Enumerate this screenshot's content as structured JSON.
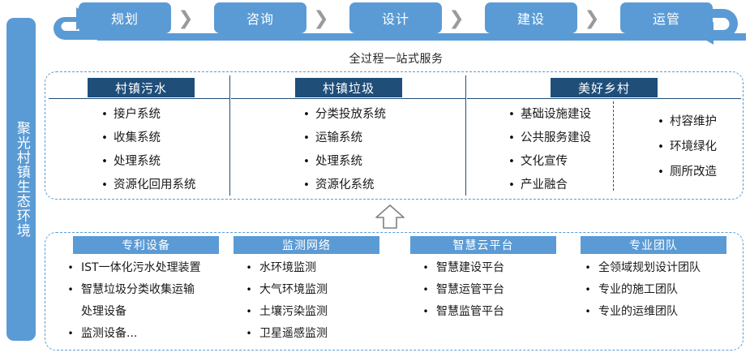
{
  "sidebar": {
    "label": "聚光村镇生态环境"
  },
  "flow": {
    "stages": [
      {
        "label": "规划"
      },
      {
        "label": "咨询"
      },
      {
        "label": "设计"
      },
      {
        "label": "建设"
      },
      {
        "label": "运管"
      }
    ],
    "separator": "❯",
    "loop_left_icon": "curved-arrow-up-right",
    "loop_right_icon": "curved-arrow-down-left",
    "caption": "全过程一站式服务"
  },
  "middle_panel": {
    "columns": [
      {
        "header": "村镇污水",
        "items": [
          "接户系统",
          "收集系统",
          "处理系统",
          "资源化回用系统"
        ]
      },
      {
        "header": "村镇垃圾",
        "items": [
          "分类投放系统",
          "运输系统",
          "处理系统",
          "资源化系统"
        ]
      },
      {
        "header": "美好乡村",
        "items": [
          "基础设施建设",
          "公共服务建设",
          "文化宣传",
          "产业融合"
        ],
        "sub_items": [
          "村容维护",
          "环境绿化",
          "厕所改造"
        ]
      }
    ]
  },
  "connector": {
    "icon": "up-arrow-icon"
  },
  "bottom_panel": {
    "columns": [
      {
        "header": "专利设备",
        "items": [
          {
            "text": "IST一体化污水处理装置",
            "bullet": true
          },
          {
            "text": "智慧垃圾分类收集运输",
            "bullet": true
          },
          {
            "text": "处理设备",
            "bullet": false
          },
          {
            "text": "监测设备...",
            "bullet": true
          }
        ]
      },
      {
        "header": "监测网络",
        "items": [
          {
            "text": "水环境监测",
            "bullet": true
          },
          {
            "text": "大气环境监测",
            "bullet": true
          },
          {
            "text": "土壤污染监测",
            "bullet": true
          },
          {
            "text": "卫星遥感监测",
            "bullet": true
          }
        ]
      },
      {
        "header": "智慧云平台",
        "items": [
          {
            "text": "智慧建设平台",
            "bullet": true
          },
          {
            "text": "智慧运管平台",
            "bullet": true
          },
          {
            "text": "智慧监管平台",
            "bullet": true
          }
        ]
      },
      {
        "header": "专业团队",
        "items": [
          {
            "text": "全领域规划设计团队",
            "bullet": true
          },
          {
            "text": "专业的施工团队",
            "bullet": true
          },
          {
            "text": "专业的运维团队",
            "bullet": true
          }
        ]
      }
    ]
  },
  "colors": {
    "accent_blue": "#5B9BD5",
    "dark_navy": "#1F4E79",
    "chevron_gray": "#9A9A9A",
    "text": "#1A1A1A"
  },
  "bullet_char": "•"
}
